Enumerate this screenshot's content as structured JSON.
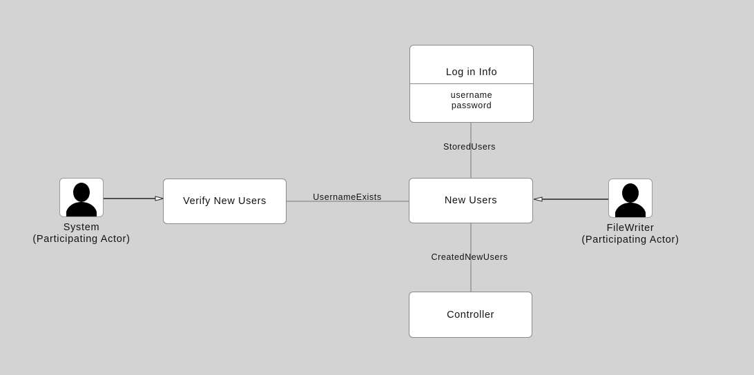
{
  "nodes": {
    "verify_new_users": "Verify New Users",
    "new_users": "New Users",
    "controller": "Controller",
    "log_in_info": {
      "title": "Log in Info",
      "attributes": [
        "username",
        "password"
      ]
    }
  },
  "actors": {
    "system": {
      "name": "System",
      "role": "(Participating Actor)",
      "icon": "person-silhouette-icon"
    },
    "filewriter": {
      "name": "FileWriter",
      "role": "(Participating Actor)",
      "icon": "person-silhouette-icon"
    }
  },
  "edges": {
    "username_exists": "UsernameExists",
    "stored_users": "StoredUsers",
    "created_new_users": "CreatedNewUsers"
  },
  "colors": {
    "background": "#d3d3d3",
    "node_fill": "#ffffff",
    "node_border": "#8a8a8a",
    "line": "#7a7a7a",
    "arrow": "#222222"
  }
}
